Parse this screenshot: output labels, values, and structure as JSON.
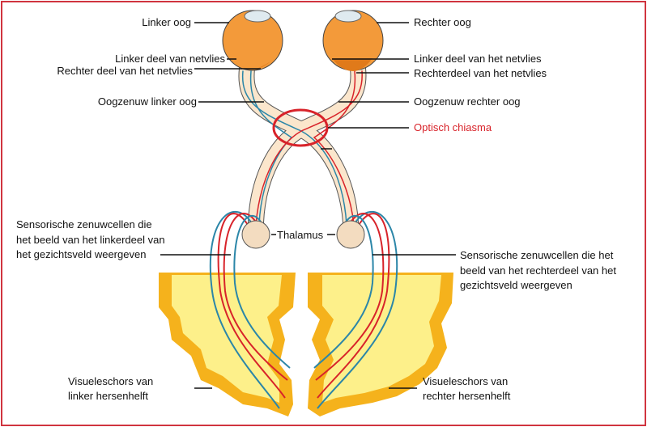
{
  "labels": {
    "left_eye": "Linker oog",
    "right_eye": "Rechter oog",
    "left_retina_left_part": "Linker deel van netvlies",
    "left_retina_right_part": "Rechter deel van het netvlies",
    "right_retina_left_part": "Linker deel van het netvlies",
    "right_retina_right_part": "Rechterdeel van het netvlies",
    "optic_nerve_left": "Oogzenuw linker oog",
    "optic_nerve_right": "Oogzenuw rechter oog",
    "optic_chiasm": "Optisch chiasma",
    "thalamus": "Thalamus",
    "sensory_left": [
      "Sensorische zenuwcellen die",
      "het beeld van het linkerdeel van",
      "het gezichtsveld weergeven"
    ],
    "sensory_right": [
      "Sensorische zenuwcellen die het",
      "beeld van het rechterdeel van het",
      "gezichtsveld weergeven"
    ],
    "visual_cortex_left": [
      "Visueleschors van",
      "linker hersenhelft"
    ],
    "visual_cortex_right": [
      "Visueleschors van",
      "rechter hersenhelft"
    ]
  },
  "colors": {
    "frame": "#d0343f",
    "chiasm": "#d8232a",
    "eye": "#f39a3a",
    "nerve": "#fbe6cc",
    "brain_outer": "#f5b21c",
    "brain_inner": "#fdf08a",
    "fiber_red": "#d8232a",
    "fiber_blue": "#2b86a8"
  }
}
